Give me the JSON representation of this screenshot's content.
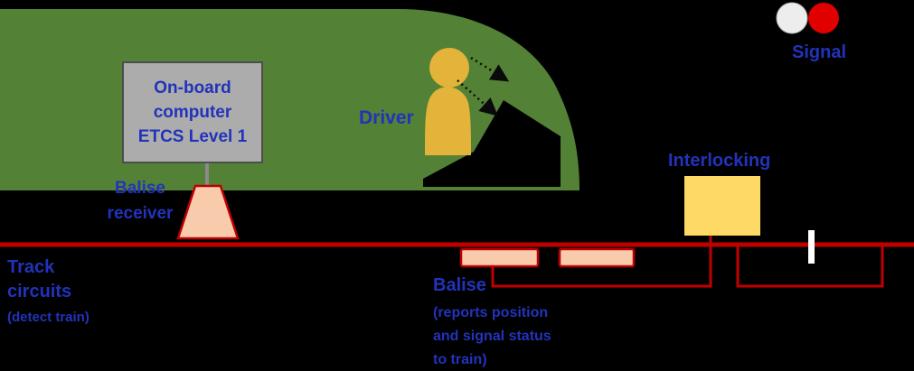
{
  "colors": {
    "background": "#000000",
    "train_green": "#538135",
    "label_blue": "#2233BB",
    "track_red": "#C00000",
    "balise_fill": "#F8CBAD",
    "interlocking_yellow": "#FFD966",
    "computer_gray": "#ACACAC",
    "driver_gold": "#E4B33A",
    "signal_red": "#E00000",
    "signal_off_white": "#EDEDED",
    "console_black": "#000000",
    "joint_marker_white": "#FFFFFF"
  },
  "onboard_computer": {
    "line1": "On-board",
    "line2": "computer",
    "line3": "ETCS Level 1"
  },
  "driver": {
    "label": "Driver"
  },
  "signal": {
    "label": "Signal"
  },
  "interlocking": {
    "label": "Interlocking"
  },
  "balise_receiver": {
    "line1": "Balise",
    "line2": "receiver"
  },
  "track_circuits": {
    "line1": "Track",
    "line2": "circuits",
    "line3": "(detect train)"
  },
  "balise": {
    "title": "Balise",
    "line1": "(reports position",
    "line2": "and signal status",
    "line3": "to train)"
  }
}
